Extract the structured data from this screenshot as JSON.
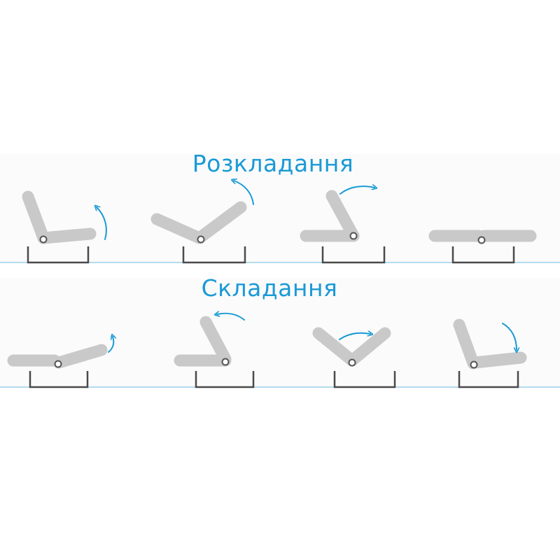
{
  "titles": {
    "unfold": "Розкладання",
    "fold": "Складання"
  },
  "colors": {
    "accent": "#1a9ad6",
    "cushion": "#c9c9c9",
    "frame": "#4a4a4a",
    "floor": "#9cd0ea"
  },
  "sequences": [
    {
      "title_key": "unfold",
      "steps": 4
    },
    {
      "title_key": "fold",
      "steps": 4
    }
  ]
}
